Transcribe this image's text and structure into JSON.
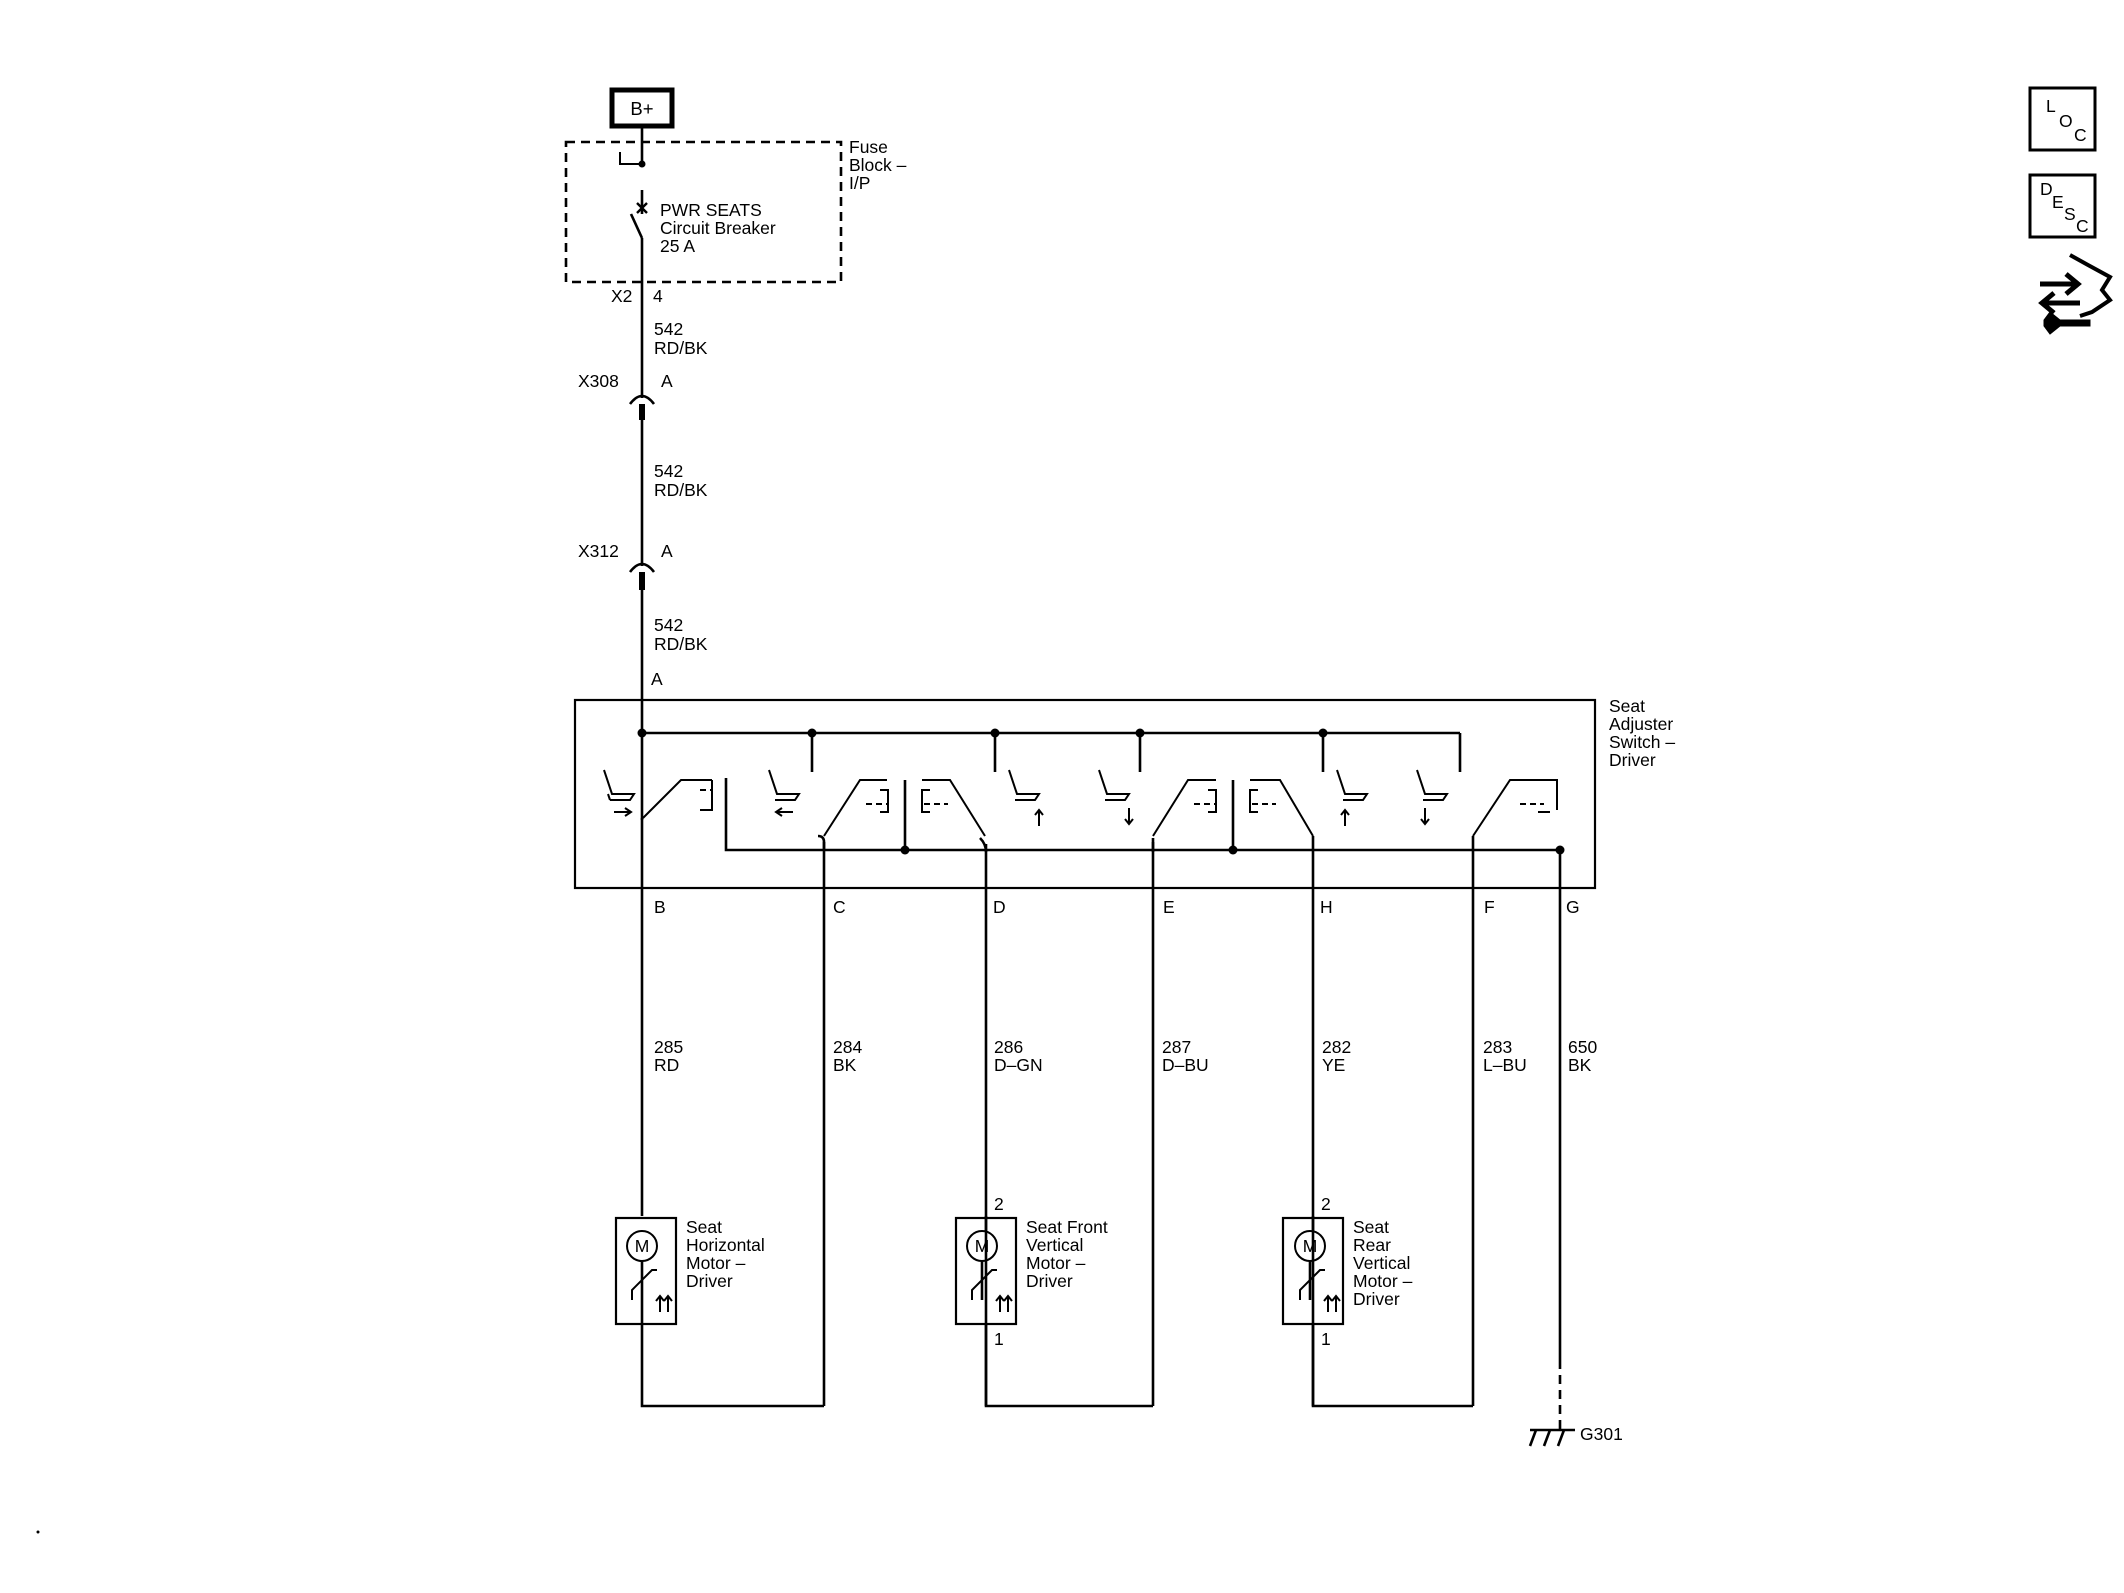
{
  "power": {
    "label": "B+"
  },
  "fuse_block": {
    "name": [
      "Fuse",
      "Block –",
      "I/P"
    ],
    "breaker": [
      "PWR SEATS",
      "Circuit Breaker",
      "25 A"
    ],
    "connector": "X2",
    "pin": "4"
  },
  "segments": [
    {
      "circuit": "542",
      "color": "RD/BK"
    },
    {
      "circuit": "542",
      "color": "RD/BK"
    },
    {
      "circuit": "542",
      "color": "RD/BK"
    }
  ],
  "inline_connectors": [
    {
      "name": "X308",
      "pin": "A"
    },
    {
      "name": "X312",
      "pin": "A"
    }
  ],
  "switch": {
    "name": [
      "Seat",
      "Adjuster",
      "Switch –",
      "Driver"
    ],
    "input_pin": "A",
    "pins": [
      "B",
      "C",
      "D",
      "E",
      "H",
      "F",
      "G"
    ]
  },
  "wires": [
    {
      "circuit": "285",
      "color": "RD"
    },
    {
      "circuit": "284",
      "color": "BK"
    },
    {
      "circuit": "286",
      "color": "D–GN"
    },
    {
      "circuit": "287",
      "color": "D–BU"
    },
    {
      "circuit": "282",
      "color": "YE"
    },
    {
      "circuit": "283",
      "color": "L–BU"
    },
    {
      "circuit": "650",
      "color": "BK"
    }
  ],
  "motors": [
    {
      "symbol": "M",
      "name": [
        "Seat",
        "Horizontal",
        "Motor –",
        "Driver"
      ],
      "pin_top": "",
      "pin_bottom": ""
    },
    {
      "symbol": "M",
      "name": [
        "Seat Front",
        "Vertical",
        "Motor –",
        "Driver"
      ],
      "pin_top": "2",
      "pin_bottom": "1"
    },
    {
      "symbol": "M",
      "name": [
        "Seat",
        "Rear",
        "Vertical",
        "Motor –",
        "Driver"
      ],
      "pin_top": "2",
      "pin_bottom": "1"
    }
  ],
  "ground": {
    "label": "G301"
  },
  "side_buttons": {
    "loc": [
      "L",
      "O",
      "C"
    ],
    "desc": [
      "D",
      "E",
      "S",
      "C"
    ],
    "connector_icon": "connector-icon"
  }
}
